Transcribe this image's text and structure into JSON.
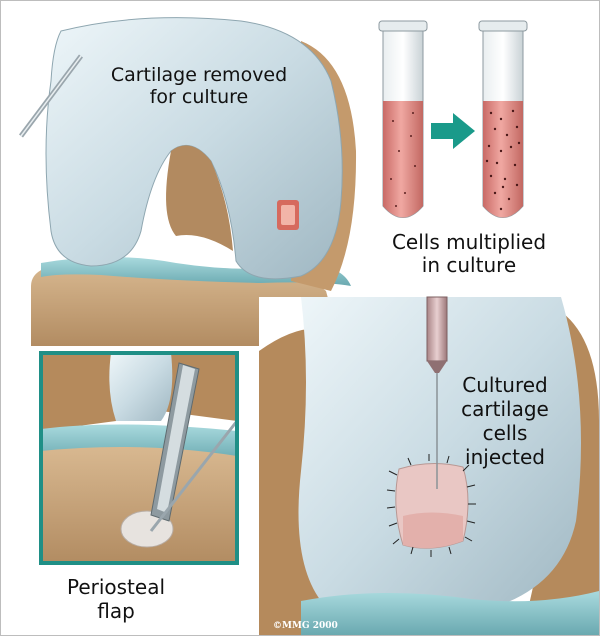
{
  "labels": {
    "cartilage_removed": "Cartilage removed\nfor culture",
    "cells_multiplied": "Cells multiplied\nin culture",
    "cultured_injected": "Cultured\ncartilage\ncells\ninjected",
    "periosteal_flap": "Periosteal\nflap",
    "copyright": "©MMG 2000"
  },
  "colors": {
    "bone": "#c8a57e",
    "cartilage": "#cfdfe6",
    "meniscus": "#8fc7cc",
    "inset_border": "#1f8f86",
    "arrow": "#1a9a8a",
    "culture_fluid": "#d98580",
    "lesion": "#d66a5e"
  }
}
